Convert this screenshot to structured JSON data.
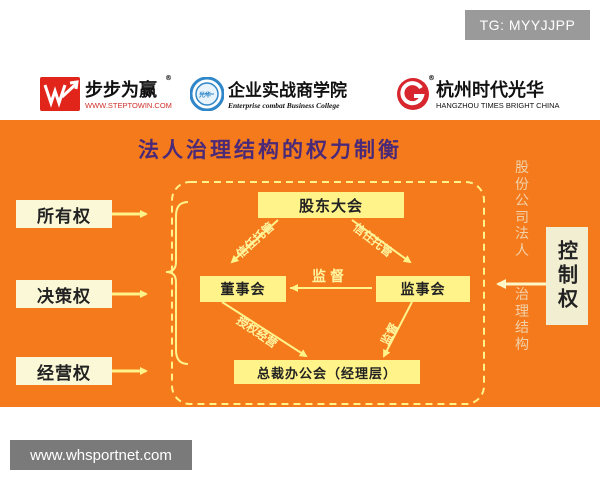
{
  "watermark_tag": "TG: MYYJJPP",
  "source_tag": "www.whsportnet.com",
  "logos": {
    "steptowin": {
      "title": "步步为赢",
      "sub": "WWW.STEPTOWIN.COM",
      "reg": "®"
    },
    "school": {
      "title": "企业实战商学院",
      "sub": "Enterprise combat Business College",
      "badge": "光华"
    },
    "guanghua": {
      "title": "杭州时代光华",
      "sub": "HANGZHOU TIMES BRIGHT CHINA",
      "reg": "®"
    }
  },
  "diagram": {
    "title": "法人治理结构的权力制衡",
    "rights": [
      "所有权",
      "决策权",
      "经营权"
    ],
    "nodes": {
      "shareholders": "股东大会",
      "board": "董事会",
      "supervisors": "监事会",
      "management": "总裁办公会（经理层）"
    },
    "labels": {
      "trust_left": "信任托管",
      "trust_right": "信任托管",
      "appoint_left": "授权经营",
      "supervise_right": "监督",
      "supervise_center": "监督"
    },
    "vertical_text": [
      "股",
      "份",
      "公",
      "司",
      "法",
      "人",
      "",
      "治",
      "理",
      "结",
      "构"
    ],
    "control": "控制权"
  },
  "colors": {
    "background": "#f47a1c",
    "node": "#fff38a",
    "side_box": "#fbf8d8",
    "title": "#4a2a78",
    "label": "#fff6a0"
  }
}
